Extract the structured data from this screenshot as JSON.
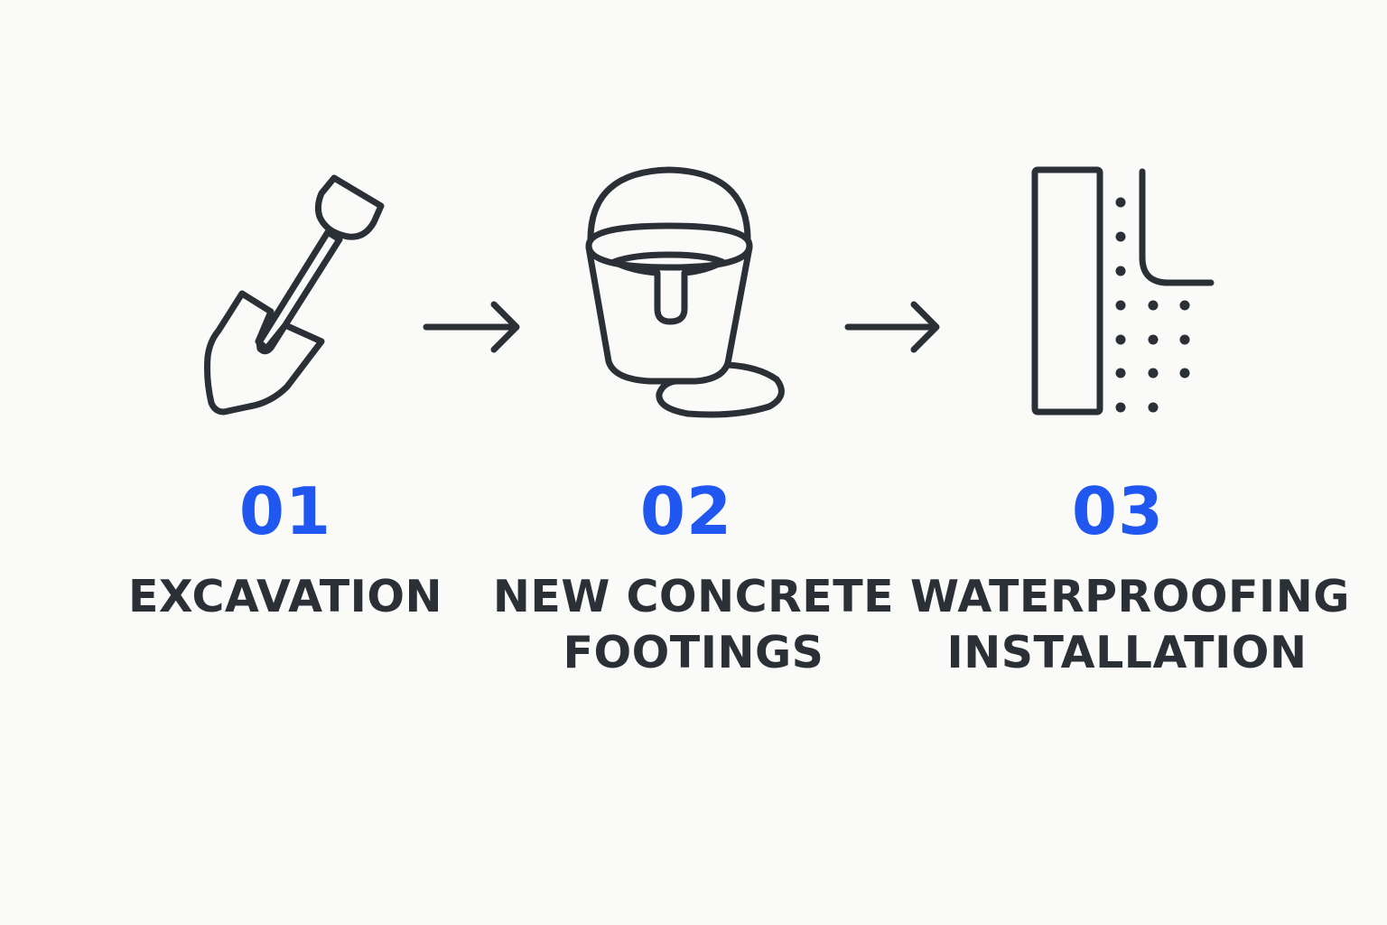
{
  "colors": {
    "background": "#fafaf9",
    "icon_stroke": "#2b2f36",
    "step_number": "#1f57f0",
    "label_text": "#2b2f36"
  },
  "steps": [
    {
      "number": "01",
      "label_lines": [
        "EXCAVATION"
      ],
      "icon": "shovel-icon"
    },
    {
      "number": "02",
      "label_lines": [
        "NEW CONCRETE",
        "FOOTINGS"
      ],
      "icon": "concrete-bucket-icon"
    },
    {
      "number": "03",
      "label_lines": [
        "WATERPROOFING",
        "INSTALLATION"
      ],
      "icon": "waterproofing-membrane-icon"
    }
  ],
  "connectors": [
    "arrow-right-icon",
    "arrow-right-icon"
  ]
}
